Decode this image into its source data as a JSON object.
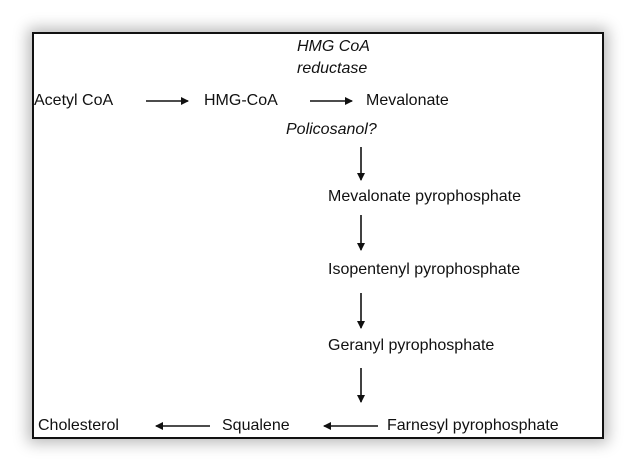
{
  "diagram": {
    "enzyme_label_line1": "HMG CoA",
    "enzyme_label_line2": "reductase",
    "inhibitor_label": "Policosanol?",
    "nodes": {
      "acetyl_coa": "Acetyl CoA",
      "hmg_coa": "HMG-CoA",
      "mevalonate": "Mevalonate",
      "mevalonate_pp": "Mevalonate pyrophosphate",
      "isopentenyl_pp": "Isopentenyl pyrophosphate",
      "geranyl_pp": "Geranyl pyrophosphate",
      "farnesyl_pp": "Farnesyl pyrophosphate",
      "squalene": "Squalene",
      "cholesterol": "Cholesterol"
    }
  }
}
